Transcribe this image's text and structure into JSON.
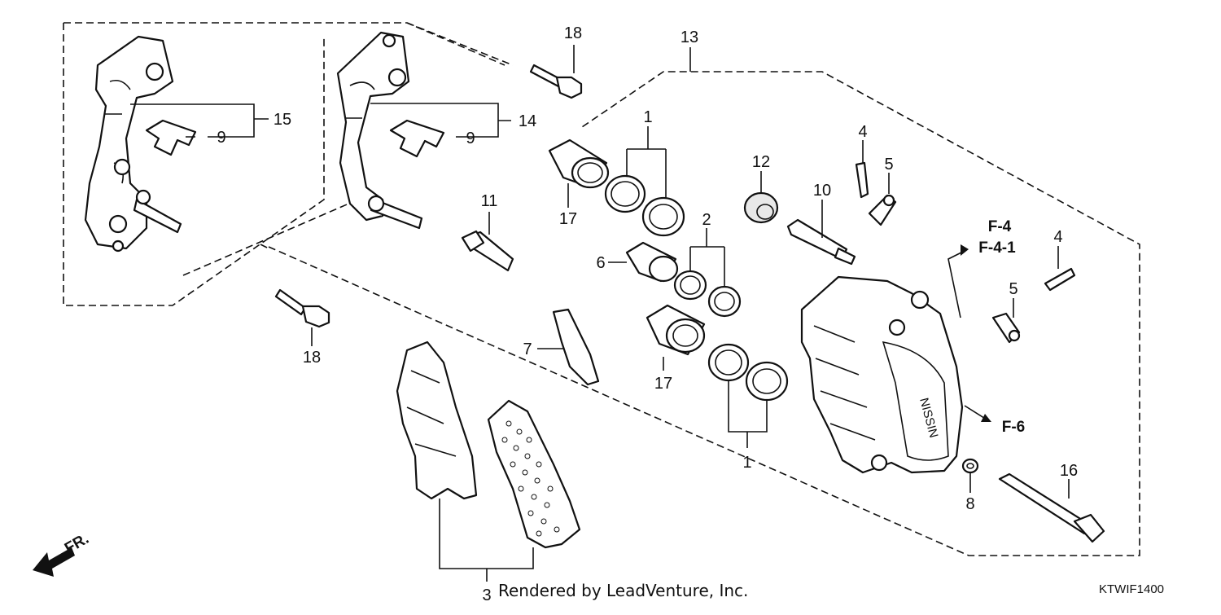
{
  "callouts": {
    "c1a": "1",
    "c1b": "1",
    "c2": "2",
    "c3": "3",
    "c4a": "4",
    "c4b": "4",
    "c5a": "5",
    "c5b": "5",
    "c6": "6",
    "c7": "7",
    "c8": "8",
    "c9a": "9",
    "c9b": "9",
    "c10": "10",
    "c11": "11",
    "c12": "12",
    "c13": "13",
    "c14": "14",
    "c15": "15",
    "c16": "16",
    "c17a": "17",
    "c17b": "17",
    "c18a": "18",
    "c18b": "18"
  },
  "refs": {
    "f4": "F-4",
    "f41": "F-4-1",
    "f6": "F-6"
  },
  "direction_label": "FR.",
  "caliper_brand": "NISSIN",
  "footer": {
    "credit": "Rendered by LeadVenture, Inc.",
    "diagram_code": "KTWIF1400"
  }
}
